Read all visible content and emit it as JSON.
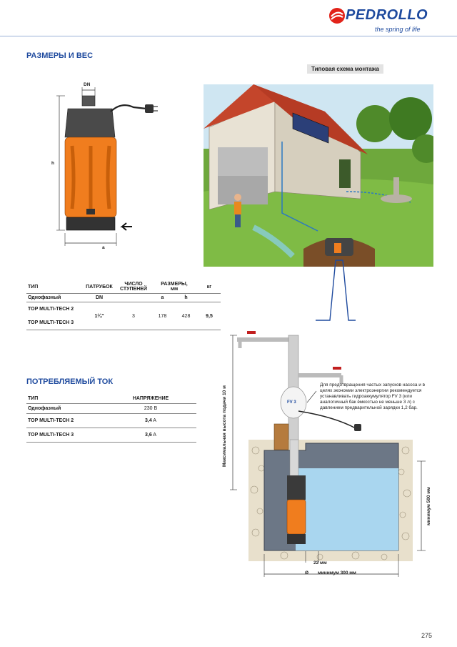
{
  "header": {
    "brand": "PEDROLLO",
    "tagline": "the spring of life"
  },
  "sections": {
    "dimensions_title": "РАЗМЕРЫ И ВЕС",
    "current_title": "ПОТРЕБЛЯЕМЫЙ ТОК",
    "install_caption": "Типовая схема монтажа"
  },
  "drawing": {
    "dn_label": "DN",
    "h_label": "h",
    "a_label": "a"
  },
  "spec_table": {
    "col_type": "ТИП",
    "col_outlet": "ПАТРУБОК",
    "col_stages_1": "ЧИСЛО",
    "col_stages_2": "СТУПЕНЕЙ",
    "col_dims_1": "РАЗМЕРЫ,",
    "col_dims_2": "мм",
    "col_weight": "кг",
    "sub_type": "Однофазный",
    "sub_outlet": "DN",
    "sub_a": "a",
    "sub_h": "h",
    "rows": [
      {
        "model": "TOP MULTI-TECH 2"
      },
      {
        "model": "TOP MULTI-TECH 3"
      }
    ],
    "outlet_value": "1¼\"",
    "stages_value": "3",
    "a_value": "178",
    "h_value": "428",
    "weight_value": "9,5"
  },
  "current_table": {
    "col_type": "ТИП",
    "col_voltage": "НАПРЯЖЕНИЕ",
    "sub_type": "Однофазный",
    "sub_voltage": "230 В",
    "rows": [
      {
        "model": "TOP MULTI-TECH 2",
        "value": "3,4",
        "unit": " A"
      },
      {
        "model": "TOP MULTI-TECH 3",
        "value": "3,6",
        "unit": " A"
      }
    ]
  },
  "schematic": {
    "note": "Для предотвращения частых запусков насоса и в целях экономии электроэнергии рекомендуется устанавливать гидроаккумулятор FV 3 (или аналогичный бак ёмкостью не меньше 3 л) с давлением предварительной зарядки 1,2 бар.",
    "tank_label": "FV 3",
    "max_height_label": "Максимальная высота подачи 10 м",
    "min_500_label": "минимум 500 мм",
    "gap_label": "22 мм",
    "min_300_label": "минимум 300 мм",
    "diameter_symbol": "Ø"
  },
  "page_number": "275",
  "colors": {
    "brand_blue": "#1e4a9e",
    "pump_orange": "#f07d1e",
    "pump_dark": "#3a3a3a",
    "grass": "#6ea83c",
    "sky": "#cfe6f2",
    "water": "#a9d6ef"
  }
}
